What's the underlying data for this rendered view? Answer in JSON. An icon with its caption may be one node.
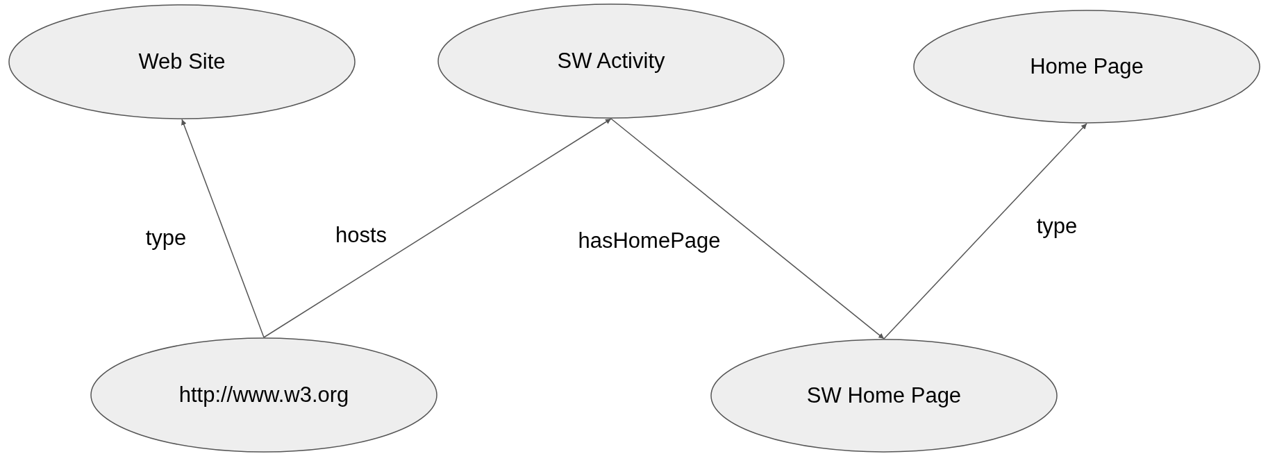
{
  "diagram": {
    "nodes": [
      {
        "text": [
          "Web Site"
        ]
      },
      {
        "text": [
          "SW Activity"
        ]
      },
      {
        "text": [
          "Home Page"
        ]
      },
      {
        "text": [
          "http://www.w3.org"
        ]
      },
      {
        "text": [
          "SW Home Page"
        ]
      }
    ],
    "edges": [
      {
        "from": 3,
        "to": 0,
        "arrow": "to",
        "label": "type"
      },
      {
        "from": 3,
        "to": 1,
        "arrow": "to",
        "label": "hosts"
      },
      {
        "from": 1,
        "to": 4,
        "arrow": "to",
        "label": "hasHomePage"
      },
      {
        "from": 4,
        "to": 2,
        "arrow": "to",
        "label": "type"
      }
    ]
  }
}
